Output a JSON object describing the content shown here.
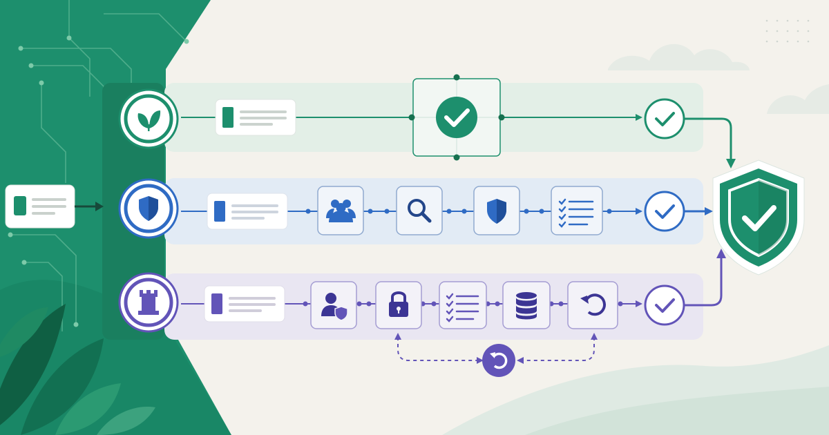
{
  "colors": {
    "background": "#f4f2ec",
    "green": "#1d8f6d",
    "green_dark": "#16704f",
    "green_lane": "#e3efe7",
    "blue": "#2f6bc4",
    "blue_lane": "#e2ebf5",
    "purple": "#6254b8",
    "purple_lane": "#e9e6f2",
    "card_tile": "#f1f5fa"
  },
  "diagram": {
    "input_card": {
      "icon": "document-icon"
    },
    "lanes": [
      {
        "id": "green",
        "lane_icon": "leaf-icon",
        "steps": [
          "document-card",
          "checkmark-badge"
        ],
        "result_icon": "checkmark-icon"
      },
      {
        "id": "blue",
        "lane_icon": "shield-icon",
        "steps": [
          "document-card",
          "people-icon",
          "search-icon",
          "shield-icon",
          "checklist-icon"
        ],
        "result_icon": "checkmark-icon"
      },
      {
        "id": "purple",
        "lane_icon": "castle-tower-icon",
        "steps": [
          "document-card",
          "user-shield-icon",
          "lock-icon",
          "checklist-icon",
          "database-icon",
          "refresh-icon"
        ],
        "result_icon": "checkmark-icon",
        "loop_icon": "refresh-icon"
      }
    ],
    "final_badge": {
      "icon": "shield-checkmark-icon"
    }
  }
}
